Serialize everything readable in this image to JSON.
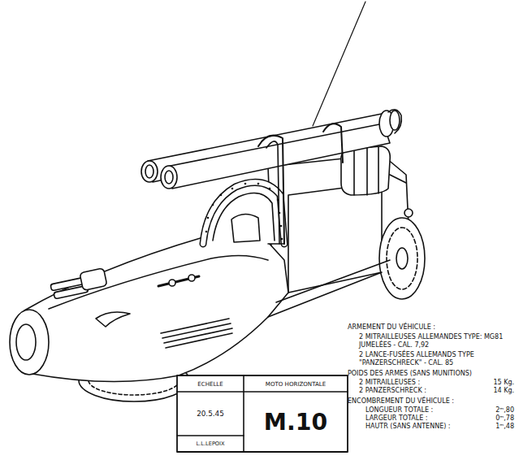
{
  "diagram": {
    "labels": [
      "ECHELLE",
      "MOTO HORIZONTALE",
      "20.5.45",
      "L.L.LEPOIX",
      "M.10",
      "ARMEMENT DU VÉHICULE :",
      "2 MITRAILLEUSES ALLEMANDES TYPE: MG81 JUMELÉES - CAL. 7,92",
      "2 LANCE-FUSÉES ALLEMANDS TYPE \"PANZERSCHRECK\" - CAL. 85",
      "POIDS DES ARMES (SANS MUNITIONS)",
      "2 MITRAILLEUSES :",
      "15 Kg.",
      "2 PANZERSCHRECK :",
      "14 Kg.",
      "ENCOMBREMENT DU VÉHICULE :",
      "LONGUEUR TOTALE :",
      "2ᵐ,80",
      "LARGEUR TOTALE :",
      "0ᵐ,78",
      "HAUTR (SANS ANTENNE) :",
      "1ᵐ,48"
    ]
  }
}
